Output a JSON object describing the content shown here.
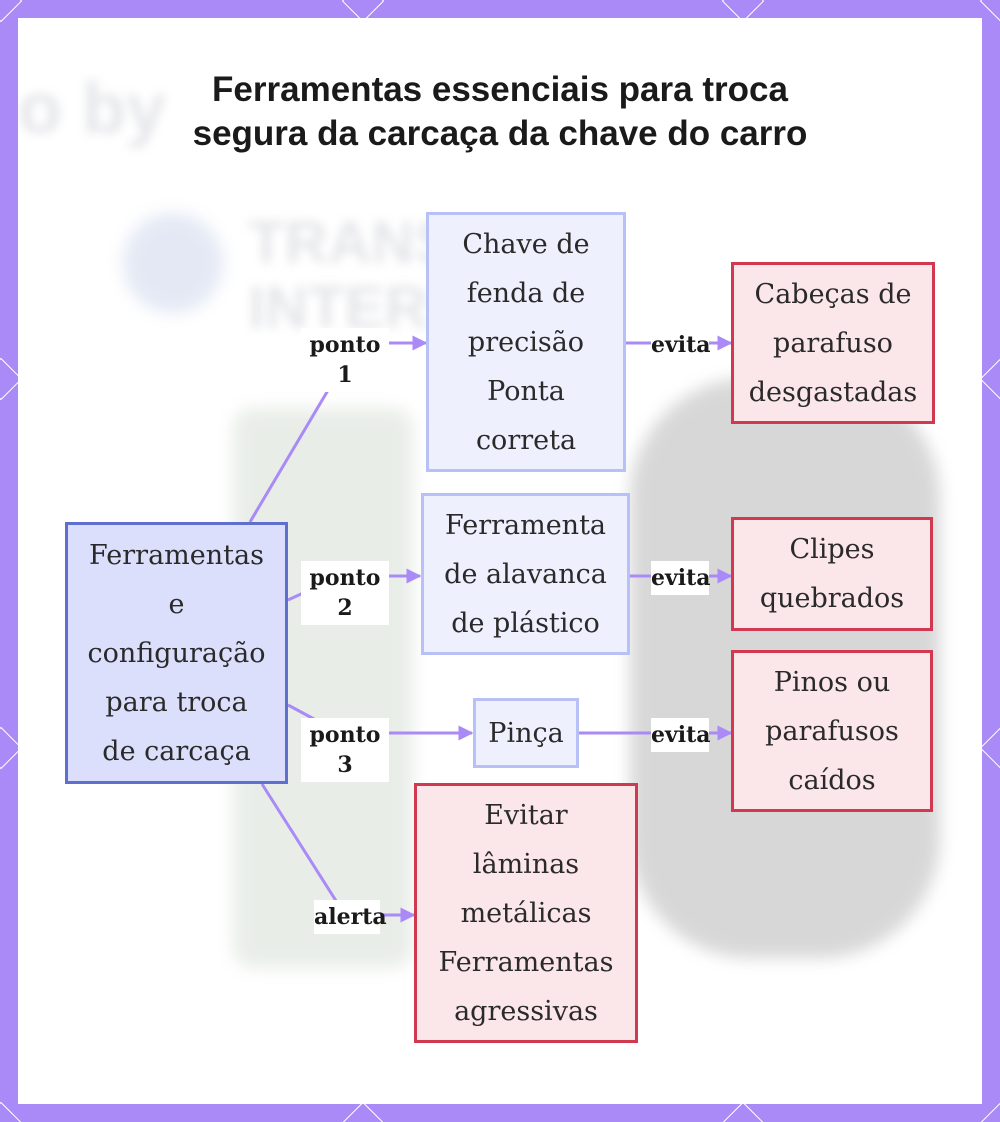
{
  "title": {
    "line1": "Ferramentas essenciais para troca",
    "line2": "segura da carcaça da chave do carro"
  },
  "background_ghost": {
    "top_text": "o by",
    "mid_text_1": "TRANS",
    "mid_text_2": "INTERN"
  },
  "colors": {
    "frame": "#a98af6",
    "edge": "#a98af6",
    "blue_fill": "#eef0fd",
    "blue_border": "#b7c1f7",
    "red_fill": "#fbe6ea",
    "red_border": "#d0394f",
    "root_fill": "#dcdffb",
    "root_border": "#5f6fcf"
  },
  "nodes": {
    "root": {
      "lines": [
        "Ferramentas",
        "e",
        "configuração",
        "para troca",
        "de carcaça"
      ]
    },
    "screwdriver": {
      "lines": [
        "Chave de",
        "fenda de",
        "precisão",
        "Ponta",
        "correta"
      ]
    },
    "pry_tool": {
      "lines": [
        "Ferramenta",
        "de alavanca",
        "de plástico"
      ]
    },
    "tweezers": {
      "lines": [
        "Pinça"
      ]
    },
    "warning": {
      "lines": [
        "Evitar",
        "lâminas",
        "metálicas",
        "Ferramentas",
        "agressivas"
      ]
    },
    "stripped_screws": {
      "lines": [
        "Cabeças de",
        "parafuso",
        "desgastadas"
      ]
    },
    "broken_clips": {
      "lines": [
        "Clipes",
        "quebrados"
      ]
    },
    "dropped_pins": {
      "lines": [
        "Pinos ou",
        "parafusos",
        "caídos"
      ]
    }
  },
  "edge_labels": {
    "point1": "ponto 1",
    "point2": "ponto 2",
    "point3": "ponto 3",
    "alert": "alerta",
    "avoids1": "evita",
    "avoids2": "evita",
    "avoids3": "evita"
  }
}
